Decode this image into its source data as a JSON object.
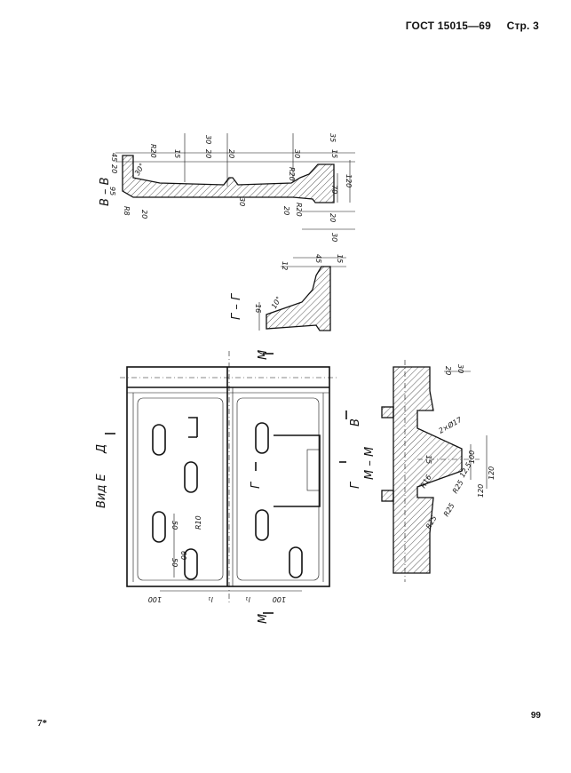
{
  "header": {
    "standard": "ГОСТ 15015—69",
    "page_label": "Стр. 3"
  },
  "footer": {
    "left_mark": "7*",
    "page_number": "99"
  },
  "sections": {
    "bb": {
      "title": "В – В",
      "dims": [
        "45",
        "20",
        "95",
        "R20",
        "30°",
        "15",
        "R8",
        "20",
        "30",
        "20",
        "20",
        "30",
        "R20",
        "30",
        "35",
        "15",
        "70",
        "120",
        "20",
        "R20",
        "20",
        "30"
      ]
    },
    "gg": {
      "title": "Г – Г",
      "dims": [
        "16",
        "10°",
        "12",
        "45",
        "15"
      ]
    },
    "view_e": {
      "title": "Вид Е",
      "markers": {
        "d": "Д",
        "m": "М",
        "v": "В",
        "g": "Г"
      },
      "dims": [
        "50",
        "60",
        "50",
        "R10",
        "100",
        "l₁",
        "l₁",
        "100"
      ]
    },
    "mm": {
      "title": "М – М",
      "dims": [
        "20",
        "30",
        "2×Ø17",
        "15",
        "R16",
        "R25",
        "R25",
        "R25",
        "12,5",
        "120",
        "100",
        "120"
      ]
    }
  }
}
